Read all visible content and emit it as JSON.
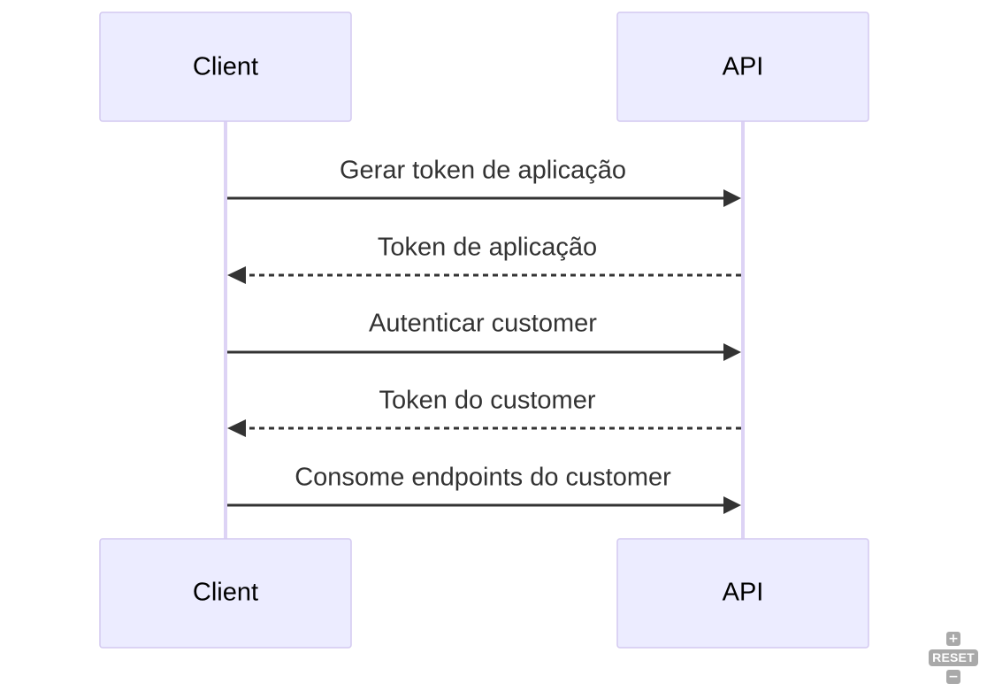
{
  "participants": [
    {
      "id": "client",
      "label": "Client"
    },
    {
      "id": "api",
      "label": "API"
    }
  ],
  "messages": [
    {
      "from": "client",
      "to": "api",
      "label": "Gerar token de aplicação",
      "style": "solid"
    },
    {
      "from": "api",
      "to": "client",
      "label": "Token de aplicação",
      "style": "dashed"
    },
    {
      "from": "client",
      "to": "api",
      "label": "Autenticar customer",
      "style": "solid"
    },
    {
      "from": "api",
      "to": "client",
      "label": "Token do customer",
      "style": "dashed"
    },
    {
      "from": "client",
      "to": "api",
      "label": "Consome endpoints do customer",
      "style": "solid"
    }
  ],
  "controls": {
    "zoom_in_icon": "plus-icon",
    "reset_label": "RESET",
    "zoom_out_icon": "minus-icon"
  },
  "colors": {
    "actor_fill": "#ececff",
    "actor_stroke": "#d3c9f0",
    "lifeline": "#ddd3f5",
    "message": "#333333",
    "control": "#a9a9a9"
  }
}
